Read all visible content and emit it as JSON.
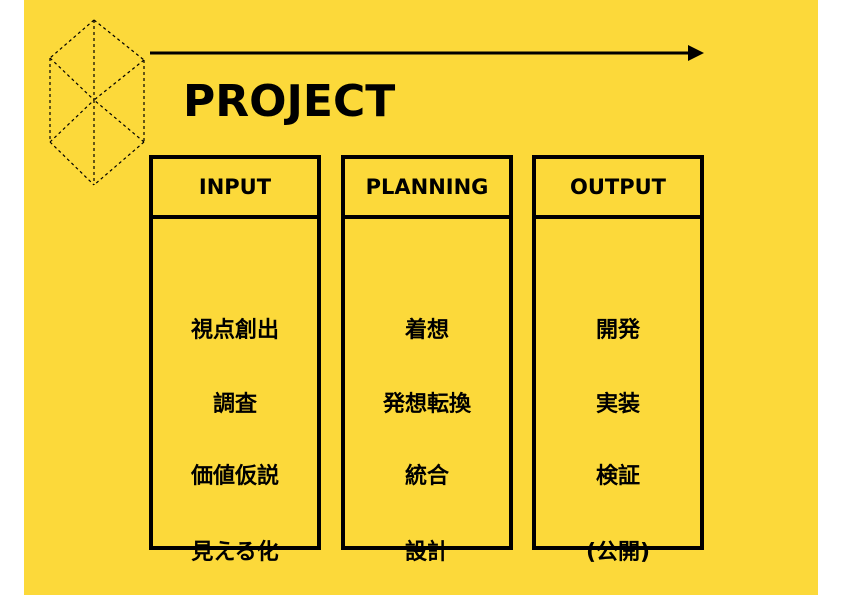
{
  "title": "PROJECT",
  "colors": {
    "background": "#FCD93A",
    "ink": "#000000"
  },
  "decor": {
    "icon": "hexagonal-prism-dashed-icon",
    "arrow": "timeline-arrow"
  },
  "columns": [
    {
      "header": "INPUT",
      "items": [
        "視点創出",
        "調査",
        "価値仮説",
        "見える化"
      ]
    },
    {
      "header": "PLANNING",
      "items": [
        "着想",
        "発想転換",
        "統合",
        "設計"
      ]
    },
    {
      "header": "OUTPUT",
      "items": [
        "開発",
        "実装",
        "検証",
        "(公開)"
      ]
    }
  ]
}
